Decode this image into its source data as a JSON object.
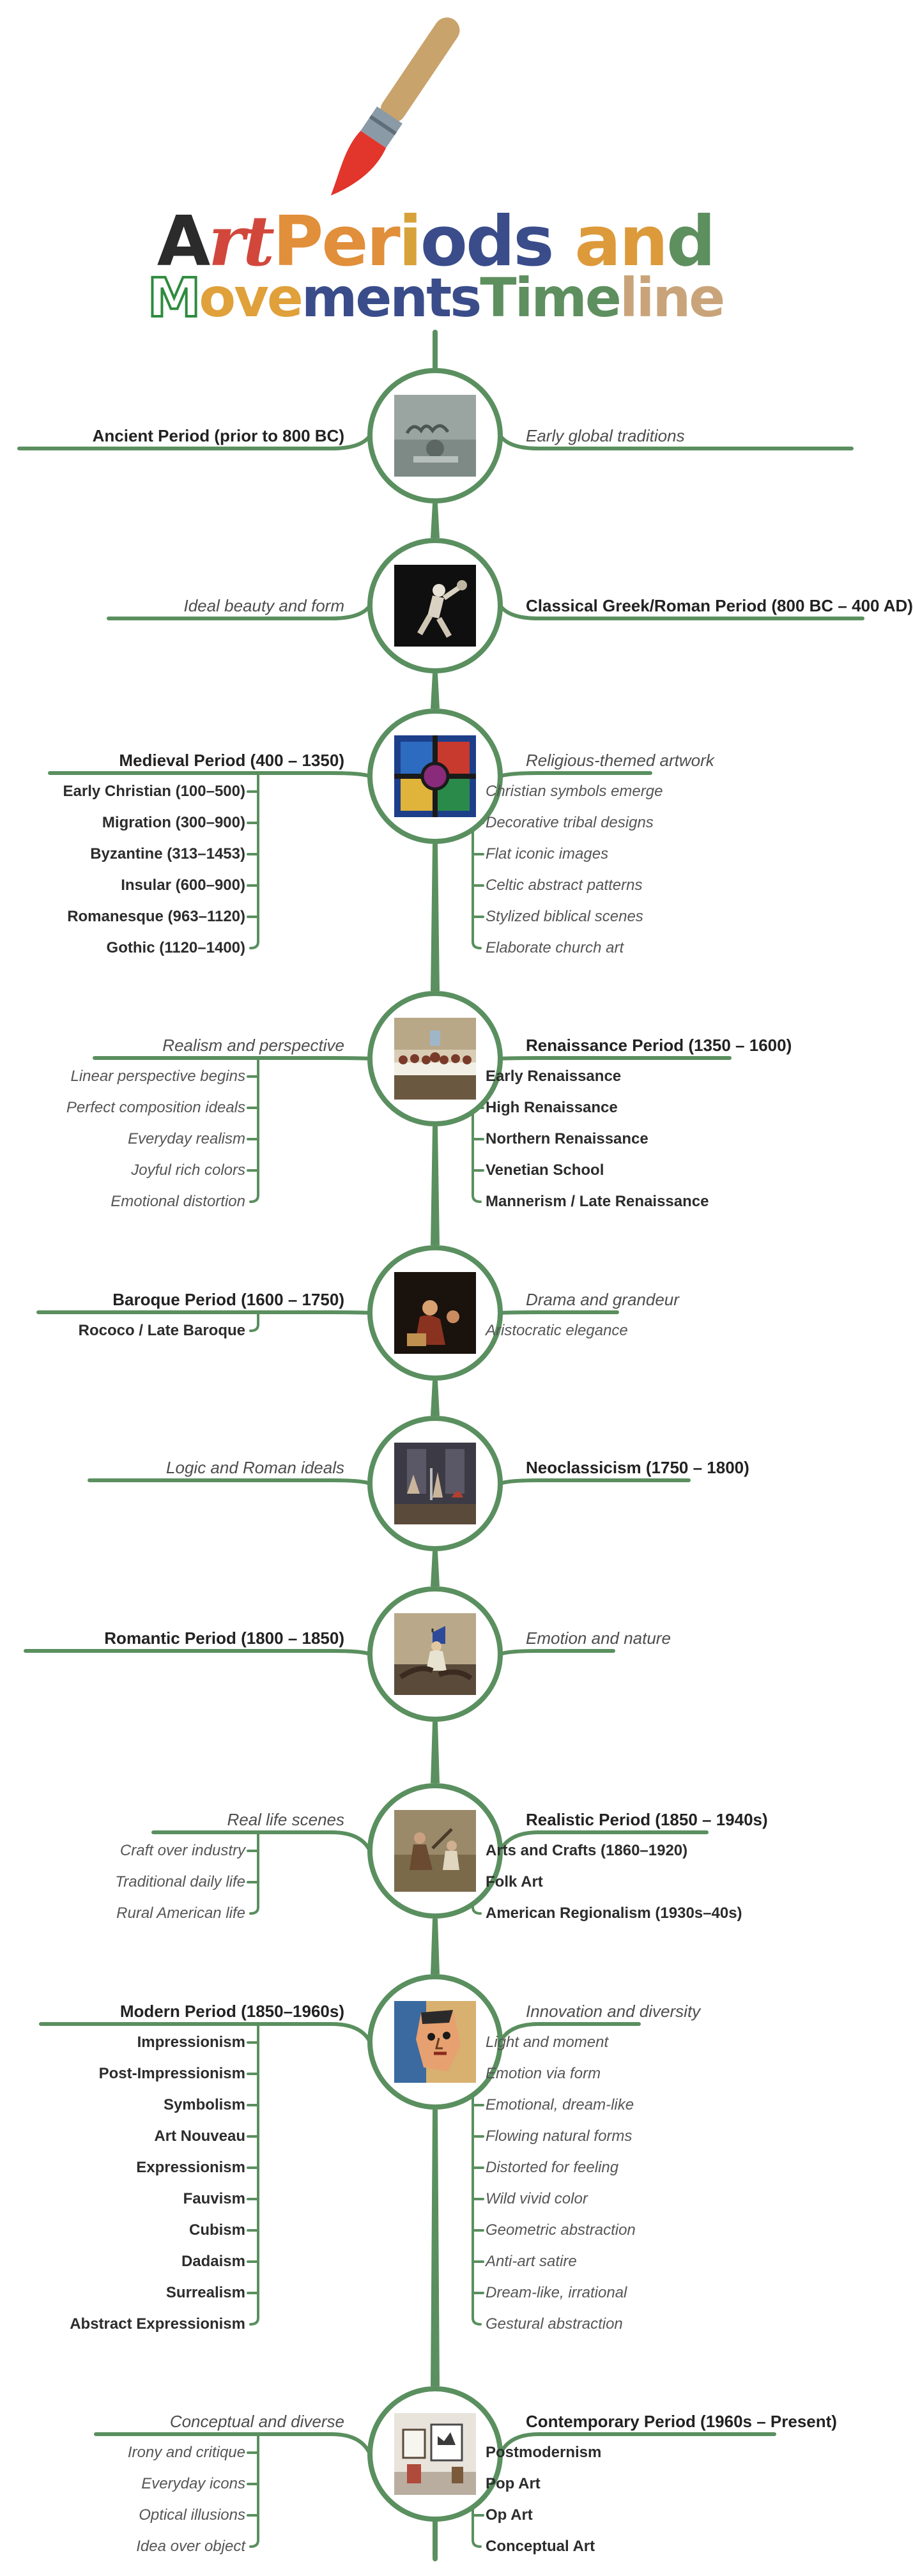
{
  "title": {
    "line1": [
      {
        "text": "A",
        "color": "#2b2b2b"
      },
      {
        "text": "rt",
        "color": "#d2473c",
        "italic": true
      },
      {
        "text": "P",
        "color": "#e18f3a"
      },
      {
        "text": "e",
        "color": "#e18f3a"
      },
      {
        "text": "r",
        "color": "#e18f3a"
      },
      {
        "text": "i",
        "color": "#d8a23a"
      },
      {
        "text": "o",
        "color": "#3a4d8a"
      },
      {
        "text": "d",
        "color": "#3a4d8a"
      },
      {
        "text": "s",
        "color": "#3a4d8a"
      },
      {
        "text": " ",
        "color": "#000000"
      },
      {
        "text": "a",
        "color": "#dd9a3a"
      },
      {
        "text": "n",
        "color": "#dd9a3a"
      },
      {
        "text": "d",
        "color": "#5e8f5f"
      }
    ],
    "line2": [
      {
        "text": "M",
        "color": "#2e8b3e",
        "outline": true
      },
      {
        "text": "ove",
        "color": "#e0a03a"
      },
      {
        "text": "ments",
        "color": "#3a4d8a"
      },
      {
        "text": "Time",
        "color": "#5e8f5f"
      },
      {
        "text": "line",
        "color": "#c9a47a"
      }
    ]
  },
  "colors": {
    "line": "#5a8f5f",
    "brush_handle": "#c9a36c",
    "brush_ferrule": "#8a9aa6",
    "brush_tip": "#e2352b"
  },
  "periods": [
    {
      "id": "ancient",
      "title": "Ancient Period (prior to 800 BC)",
      "title_side": "left",
      "desc": "Early global traditions",
      "left_items": [],
      "right_items": [],
      "image": "cave-painting-thumbnail"
    },
    {
      "id": "classical",
      "title": "Classical Greek/Roman Period (800 BC – 400 AD)",
      "title_side": "right",
      "desc": "Ideal beauty and form",
      "left_items": [],
      "right_items": [],
      "image": "discus-thrower-thumbnail"
    },
    {
      "id": "medieval",
      "title": "Medieval Period (400 – 1350)",
      "title_side": "left",
      "desc": "Religious-themed artwork",
      "left_items": [
        "Early Christian (100–500)",
        "Migration (300–900)",
        "Byzantine (313–1453)",
        "Insular (600–900)",
        "Romanesque (963–1120)",
        "Gothic (1120–1400)"
      ],
      "right_items": [
        "Christian symbols emerge",
        "Decorative tribal designs",
        "Flat iconic images",
        "Celtic abstract patterns",
        "Stylized biblical scenes",
        "Elaborate church art"
      ],
      "image": "stained-glass-thumbnail"
    },
    {
      "id": "renaissance",
      "title": "Renaissance Period (1350 – 1600)",
      "title_side": "right",
      "desc": "Realism and perspective",
      "left_items": [
        "Linear perspective begins",
        "Perfect composition ideals",
        "Everyday realism",
        "Joyful rich colors",
        "Emotional distortion"
      ],
      "right_items": [
        "Early Renaissance",
        "High Renaissance",
        "Northern Renaissance",
        "Venetian School",
        "Mannerism / Late Renaissance"
      ],
      "image": "last-supper-thumbnail"
    },
    {
      "id": "baroque",
      "title": "Baroque Period (1600 – 1750)",
      "title_side": "left",
      "desc": "Drama and grandeur",
      "left_items": [
        "Rococo / Late Baroque"
      ],
      "right_items": [
        "Aristocratic elegance"
      ],
      "image": "baroque-painting-thumbnail"
    },
    {
      "id": "neoclassicism",
      "title": "Neoclassicism (1750 – 1800)",
      "title_side": "right",
      "desc": "Logic and Roman ideals",
      "left_items": [],
      "right_items": [],
      "image": "oath-of-horatii-thumbnail"
    },
    {
      "id": "romantic",
      "title": "Romantic Period (1800 – 1850)",
      "title_side": "left",
      "desc": "Emotion and nature",
      "left_items": [],
      "right_items": [],
      "image": "liberty-leading-thumbnail"
    },
    {
      "id": "realistic",
      "title": "Realistic Period (1850 – 1940s)",
      "title_side": "right",
      "desc": "Real life scenes",
      "left_items": [
        "Craft over industry",
        "Traditional daily life",
        "Rural American life"
      ],
      "right_items": [
        "Arts and Crafts (1860–1920)",
        "Folk Art",
        "American Regionalism (1930s–40s)"
      ],
      "image": "stone-breakers-thumbnail"
    },
    {
      "id": "modern",
      "title": "Modern Period (1850–1960s)",
      "title_side": "left",
      "desc": "Innovation and diversity",
      "left_items": [
        "Impressionism",
        "Post-Impressionism",
        "Symbolism",
        "Art Nouveau",
        "Expressionism",
        "Fauvism",
        "Cubism",
        "Dadaism",
        "Surrealism",
        "Abstract Expressionism"
      ],
      "right_items": [
        "Light and moment",
        "Emotion via form",
        "Emotional, dream-like",
        "Flowing natural forms",
        "Distorted for feeling",
        "Wild vivid color",
        "Geometric abstraction",
        "Anti-art satire",
        "Dream-like, irrational",
        "Gestural abstraction"
      ],
      "image": "cubist-portrait-thumbnail"
    },
    {
      "id": "contemporary",
      "title": "Contemporary Period (1960s – Present)",
      "title_side": "right",
      "desc": "Conceptual and diverse",
      "left_items": [
        "Irony and critique",
        "Everyday icons",
        "Optical illusions",
        "Idea over object"
      ],
      "right_items": [
        "Postmodernism",
        "Pop Art",
        "Op Art",
        "Conceptual Art"
      ],
      "image": "gallery-room-thumbnail"
    }
  ]
}
